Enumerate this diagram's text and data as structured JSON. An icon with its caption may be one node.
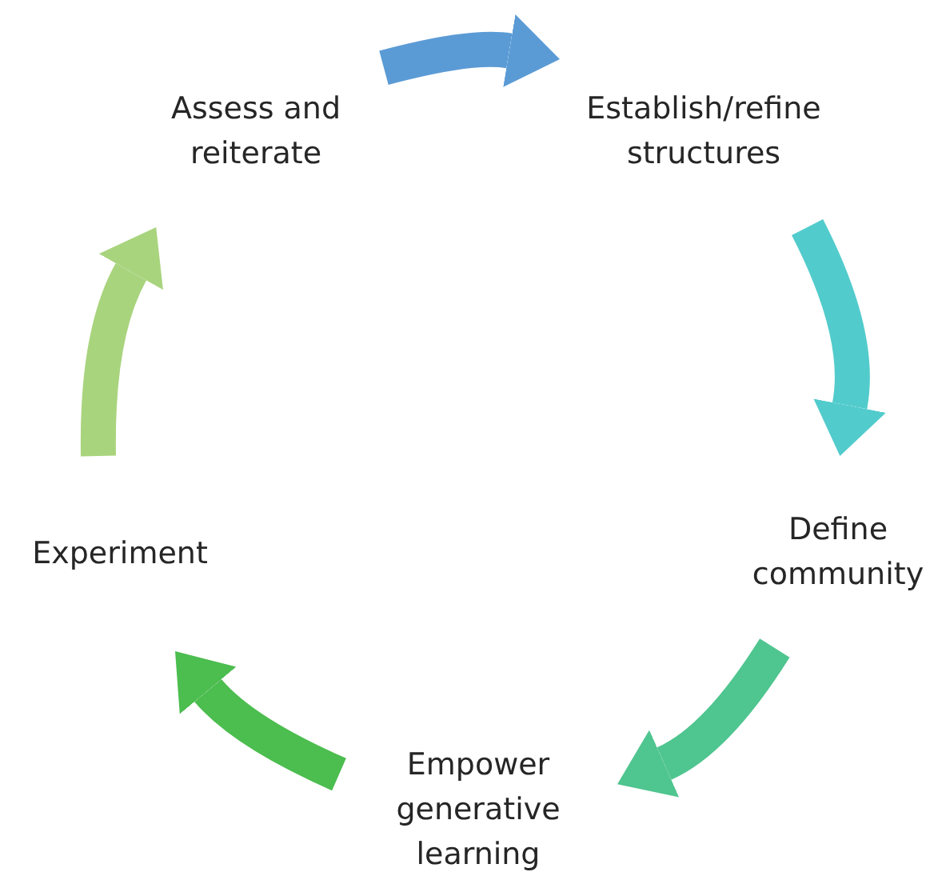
{
  "diagram": {
    "nodes": [
      {
        "text": [
          "Establish/refine structures"
        ]
      },
      {
        "text": [
          "Define community"
        ]
      },
      {
        "text": [
          "Empower generative learning"
        ]
      },
      {
        "text": [
          "Experiment"
        ]
      },
      {
        "text": [
          "Assess and reiterate"
        ]
      }
    ],
    "edges": [
      {
        "from": 4,
        "to": 0,
        "arrow": "to",
        "color": "#5b9bd5"
      },
      {
        "from": 0,
        "to": 1,
        "arrow": "to",
        "color": "#52cbcc"
      },
      {
        "from": 1,
        "to": 2,
        "arrow": "to",
        "color": "#4fc58f"
      },
      {
        "from": 2,
        "to": 3,
        "arrow": "to",
        "color": "#4cbd4f"
      },
      {
        "from": 3,
        "to": 4,
        "arrow": "to",
        "color": "#a9d47e"
      }
    ]
  }
}
